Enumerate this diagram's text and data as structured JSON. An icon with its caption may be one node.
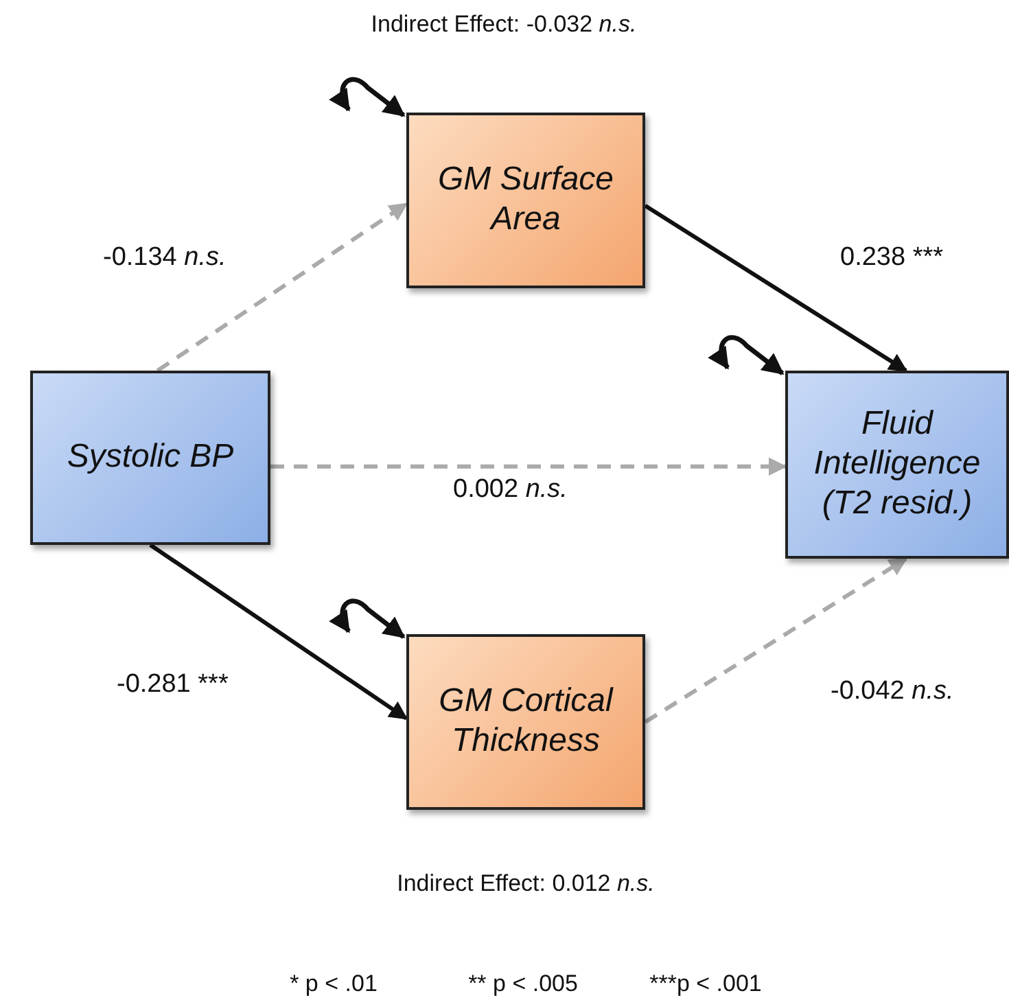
{
  "diagram": {
    "nodes": [
      {
        "text": [
          "Systolic BP"
        ]
      },
      {
        "text": [
          "GM Surface Area"
        ]
      },
      {
        "text": [
          "Fluid Intelligence (T2 resid.)"
        ]
      },
      {
        "text": [
          "GM Cortical Thickness"
        ]
      }
    ],
    "edges": [
      {
        "from": 0,
        "to": 1,
        "arrow": "to",
        "label": "-0.134 *n.s.*",
        "style": "dashed",
        "color": "#aaaaaa"
      },
      {
        "from": 1,
        "to": 2,
        "arrow": "to",
        "label": "0.238 ***"
      },
      {
        "from": 0,
        "to": 2,
        "arrow": "to",
        "label": "0.002 *n.s.*",
        "style": "dashed",
        "color": "#aaaaaa"
      },
      {
        "from": 0,
        "to": 3,
        "arrow": "to",
        "label": "-0.281 ***"
      },
      {
        "from": 3,
        "to": 2,
        "arrow": "to",
        "label": "-0.042 *n.s.*",
        "style": "dashed",
        "color": "#aaaaaa"
      },
      {
        "from": null,
        "to": 1,
        "arrow": "both"
      },
      {
        "from": null,
        "to": 2,
        "arrow": "both"
      },
      {
        "from": null,
        "to": 3,
        "arrow": "both"
      }
    ],
    "labels": [
      "Indirect Effect: -0.032 *n.s.*",
      "Indirect Effect: 0.012 *n.s.*",
      "* p < .01",
      "** p < .005",
      "***p < .001"
    ]
  }
}
